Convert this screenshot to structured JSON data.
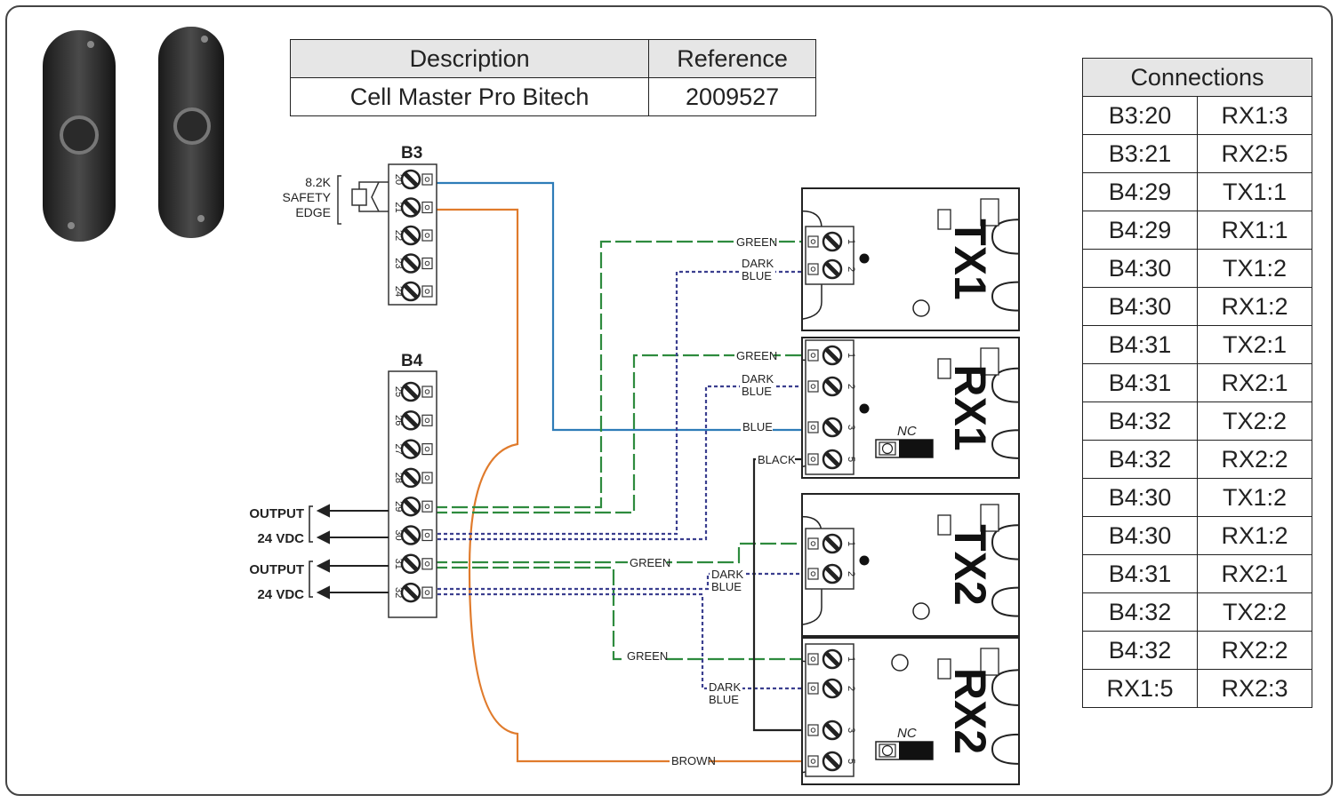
{
  "reference_table": {
    "headers": [
      "Description",
      "Reference"
    ],
    "row": [
      "Cell Master Pro Bitech",
      "2009527"
    ]
  },
  "connections_table": {
    "title": "Connections",
    "rows": [
      [
        "B3:20",
        "RX1:3"
      ],
      [
        "B3:21",
        "RX2:5"
      ],
      [
        "B4:29",
        "TX1:1"
      ],
      [
        "B4:29",
        "RX1:1"
      ],
      [
        "B4:30",
        "TX1:2"
      ],
      [
        "B4:30",
        "RX1:2"
      ],
      [
        "B4:31",
        "TX2:1"
      ],
      [
        "B4:31",
        "RX2:1"
      ],
      [
        "B4:32",
        "TX2:2"
      ],
      [
        "B4:32",
        "RX2:2"
      ],
      [
        "B4:30",
        "TX1:2"
      ],
      [
        "B4:30",
        "RX1:2"
      ],
      [
        "B4:31",
        "RX2:1"
      ],
      [
        "B4:32",
        "TX2:2"
      ],
      [
        "B4:32",
        "RX2:2"
      ],
      [
        "RX1:5",
        "RX2:3"
      ]
    ]
  },
  "blocks": {
    "b3": {
      "label": "B3",
      "terminals": [
        "20",
        "21",
        "22",
        "23",
        "24"
      ]
    },
    "b4": {
      "label": "B4",
      "terminals": [
        "25",
        "26",
        "27",
        "28",
        "29",
        "30",
        "31",
        "32"
      ]
    }
  },
  "safety_edge": [
    "8.2K",
    "SAFETY",
    "EDGE"
  ],
  "outputs": [
    {
      "line1": "OUTPUT",
      "line2": "24 VDC"
    },
    {
      "line1": "OUTPUT",
      "line2": "24 VDC"
    }
  ],
  "devices": [
    {
      "label": "TX1",
      "terminals": [
        "1",
        "2"
      ]
    },
    {
      "label": "RX1",
      "terminals": [
        "1",
        "2",
        "3",
        "5"
      ],
      "switch": "NC"
    },
    {
      "label": "TX2",
      "terminals": [
        "1",
        "2"
      ]
    },
    {
      "label": "RX2",
      "terminals": [
        "1",
        "2",
        "3",
        "5"
      ],
      "switch": "NC"
    }
  ],
  "wire_labels": {
    "green": "GREEN",
    "dark": "DARK",
    "blue_word": "BLUE",
    "blue": "BLUE",
    "black": "BLACK",
    "brown": "BROWN"
  },
  "colors": {
    "blue": "#2e7cb8",
    "orange": "#e07b2c",
    "green": "#2e8b3e",
    "dark_blue": "#3b3f8f",
    "black": "#222222"
  }
}
